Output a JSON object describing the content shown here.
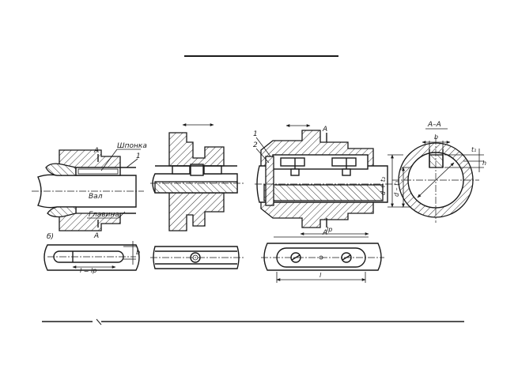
{
  "labels": {
    "a_top_left": "A",
    "a_bottom_left": "A",
    "shponka": "Шпонка",
    "val": "Вал",
    "stupica": "Главина",
    "num1_left": "1",
    "num1_mid": "1",
    "num2_mid": "2",
    "variant_b": "б)",
    "l_eq_lp": "l = lр",
    "b_small": "b",
    "a_mid_top": "A",
    "a_mid_bottom": "A",
    "lp": "lр",
    "l": "l",
    "section_title": "A–A",
    "b_section": "b",
    "h_section": "h",
    "t1_section": "t₁",
    "d_plus_t2": "d + t₂",
    "d_minus_t1": "d – t₁"
  }
}
